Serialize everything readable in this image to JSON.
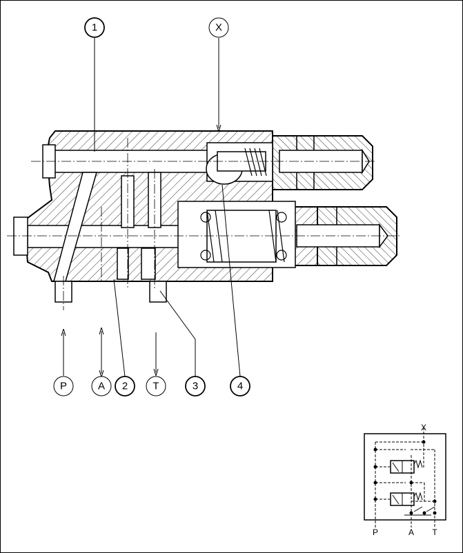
{
  "callouts": {
    "c1": "1",
    "cX": "X",
    "cP": "P",
    "cA": "A",
    "c2": "2",
    "cT": "T",
    "c3": "3",
    "c4": "4"
  },
  "symbol": {
    "port_x": "X",
    "port_p": "P",
    "port_a": "A",
    "port_t": "T"
  }
}
